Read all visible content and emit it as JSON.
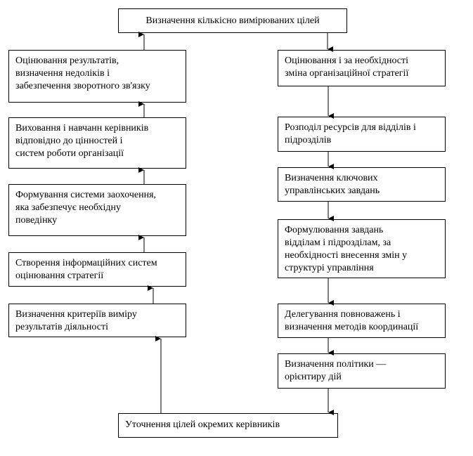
{
  "top": "Визначення кількісно вимірюваних цілей",
  "bottom": "Уточнення цілей окремих керівників",
  "left": [
    "Оцінювання результатів,\nвизначення недоліків і\nзабезпечення зворотного зв'язку",
    "Виховання і  навчанн керівників\nвідповідно до цінностей і\nсистем роботи організації",
    "Формування системи заохочення,\nяка забезпечує необхідну\nповедінку",
    "Створення інформаційних систем\nоцінювання стратегії",
    "Визначення критеріїв виміру\nрезультатів діяльності"
  ],
  "right": [
    "Оцінювання і за необхідності\nзміна організаційної стратегії",
    "Розподіл ресурсів для відділів і\nпідрозділів",
    "Визначення ключових\nуправлінських завдань",
    "Формулювання завдань\nвідділам і підрозділам, за\nнеобхідності внесення змін у\nструктурі управління",
    "Делегування повноважень і\nвизначення методів координації",
    "Визначення політики —\nорієнтиру дій"
  ]
}
